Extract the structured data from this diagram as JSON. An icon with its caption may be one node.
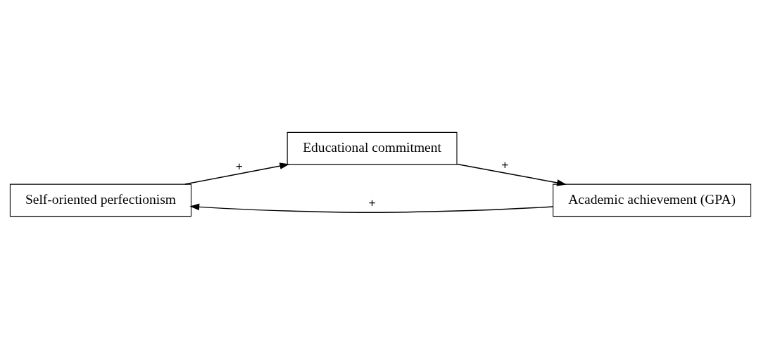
{
  "diagram": {
    "nodes": [
      {
        "text": [
          "Self-oriented perfectionism"
        ]
      },
      {
        "text": [
          "Educational commitment"
        ]
      },
      {
        "text": [
          "Academic achievement (GPA)"
        ]
      }
    ],
    "edges": [
      {
        "from": 2,
        "to": 0,
        "arrow": "to",
        "label": "+"
      },
      {
        "from": 0,
        "to": 1,
        "arrow": "to",
        "label": "+"
      },
      {
        "from": 1,
        "to": 2,
        "arrow": "to",
        "label": "+"
      }
    ]
  }
}
